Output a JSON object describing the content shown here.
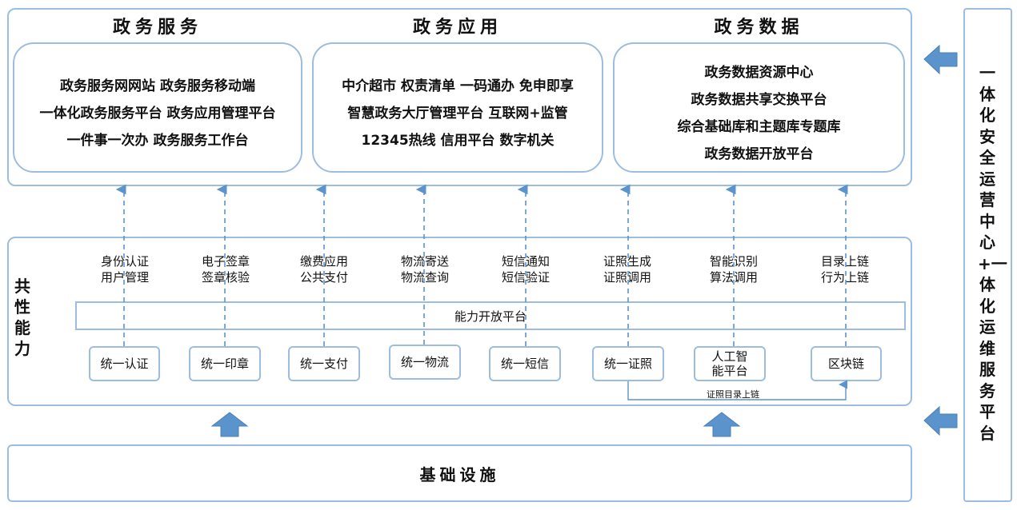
{
  "top": {
    "sections": [
      {
        "title": "政务服务",
        "lines": [
          "政务服务网网站 政务服务移动端",
          "一体化政务服务平台 政务应用管理平台",
          "一件事一次办 政务服务工作台"
        ]
      },
      {
        "title": "政务应用",
        "lines": [
          "中介超市 权责清单 一码通办 免申即享",
          "智慧政务大厅管理平台 互联网+监管",
          "12345热线 信用平台 数字机关"
        ]
      },
      {
        "title": "政务数据",
        "lines": [
          "政务数据资源中心",
          "政务数据共享交换平台",
          "综合基础库和主题库专题库",
          "政务数据开放平台"
        ]
      }
    ]
  },
  "capability": {
    "side_label": "共性能力",
    "platform_label": "能力开放平台",
    "columns": [
      {
        "label1": "身份认证",
        "label2": "用户管理",
        "box": "统一认证"
      },
      {
        "label1": "电子签章",
        "label2": "签章核验",
        "box": "统一印章"
      },
      {
        "label1": "缴费应用",
        "label2": "公共支付",
        "box": "统一支付"
      },
      {
        "label1": "物流寄送",
        "label2": "物流查询",
        "box": "统一物流"
      },
      {
        "label1": "短信通知",
        "label2": "短信验证",
        "box": "统一短信"
      },
      {
        "label1": "证照生成",
        "label2": "证照调用",
        "box": "统一证照"
      },
      {
        "label1": "智能识别",
        "label2": "算法调用",
        "box": "人工智能平台"
      },
      {
        "label1": "目录上链",
        "label2": "行为上链",
        "box": "区块链"
      }
    ],
    "link_label": "证照目录上链"
  },
  "infra": {
    "label": "基础设施"
  },
  "right_panel": {
    "label": "一体化安全运营中心+一体化运维服务平台"
  },
  "colors": {
    "border": "#9dbde0",
    "arrow": "#5b94cc",
    "dashed": "#5b94cc"
  }
}
